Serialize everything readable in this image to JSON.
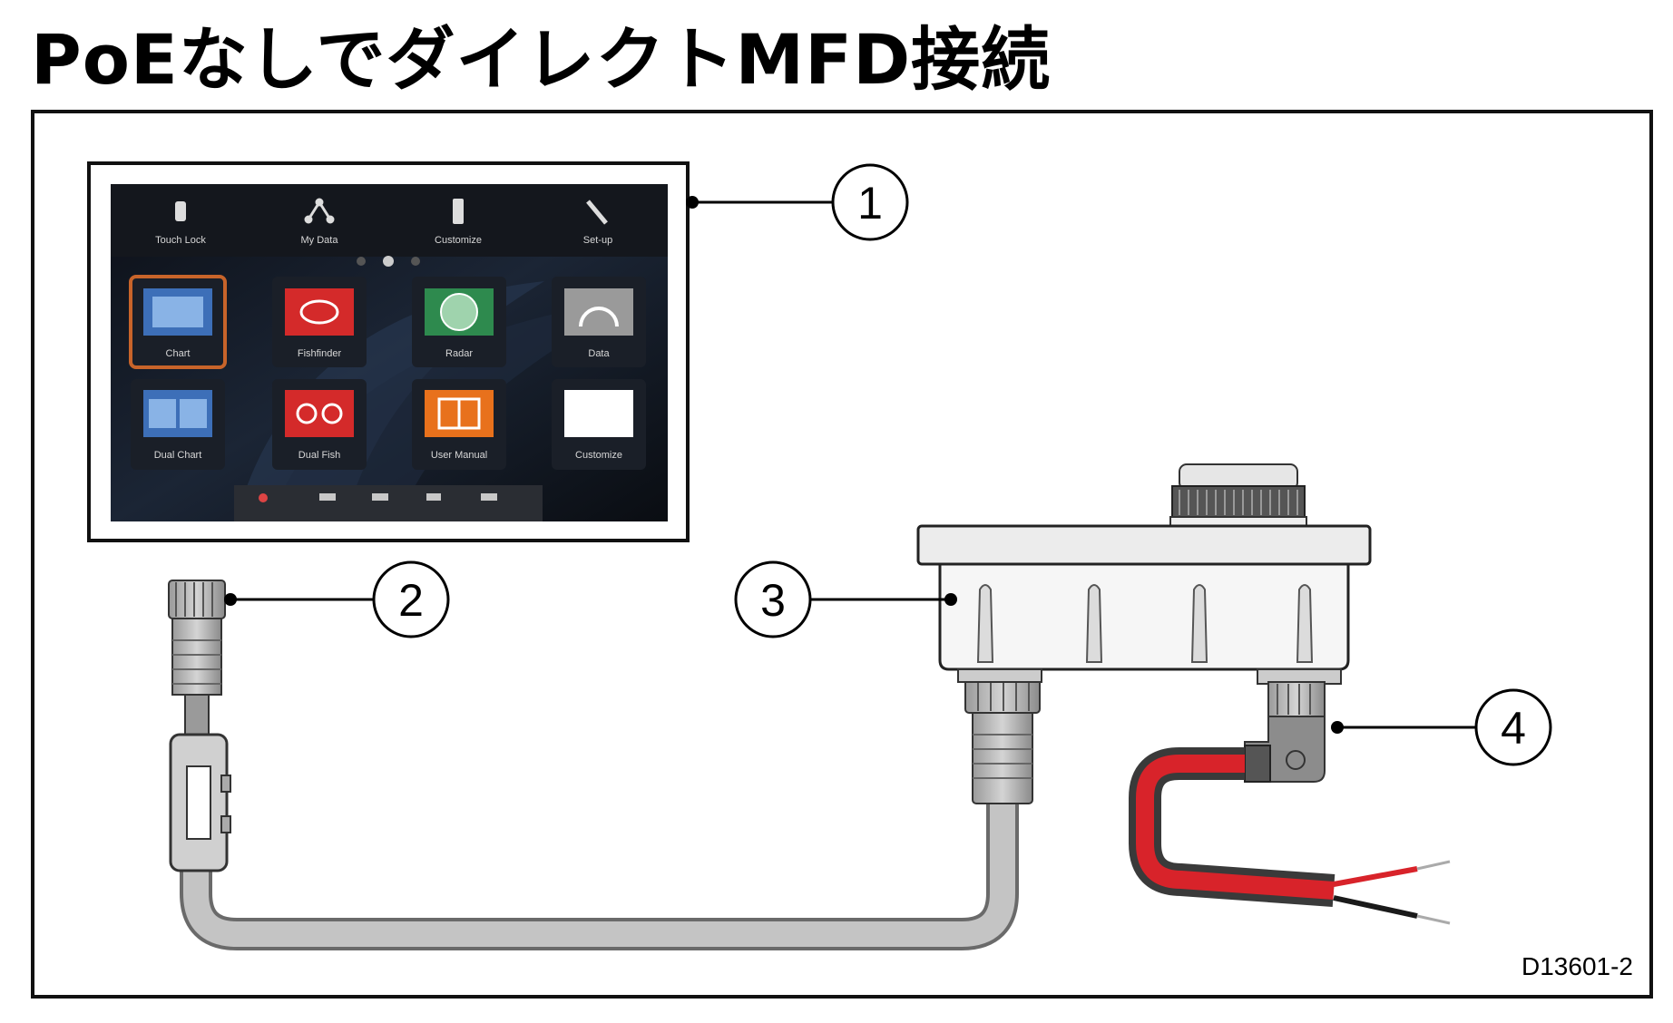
{
  "title": "PoEなしでダイレクトMFD接続",
  "doc_id": "D13601-2",
  "callouts": [
    "1",
    "2",
    "3",
    "4"
  ],
  "mfd_screen": {
    "top_bar": [
      "Touch Lock",
      "My Data",
      "Customize",
      "Set-up"
    ],
    "apps": [
      "Chart",
      "Fishfinder",
      "Radar",
      "Data",
      "Dual Chart",
      "Dual Fish",
      "User Manual",
      "Customize"
    ],
    "bottom_bar": [
      "",
      "",
      "",
      "",
      ""
    ]
  },
  "colors": {
    "cable_gray": "#b8b8b8",
    "power_red": "#d8232a",
    "wire_black": "#1a1a1a"
  }
}
